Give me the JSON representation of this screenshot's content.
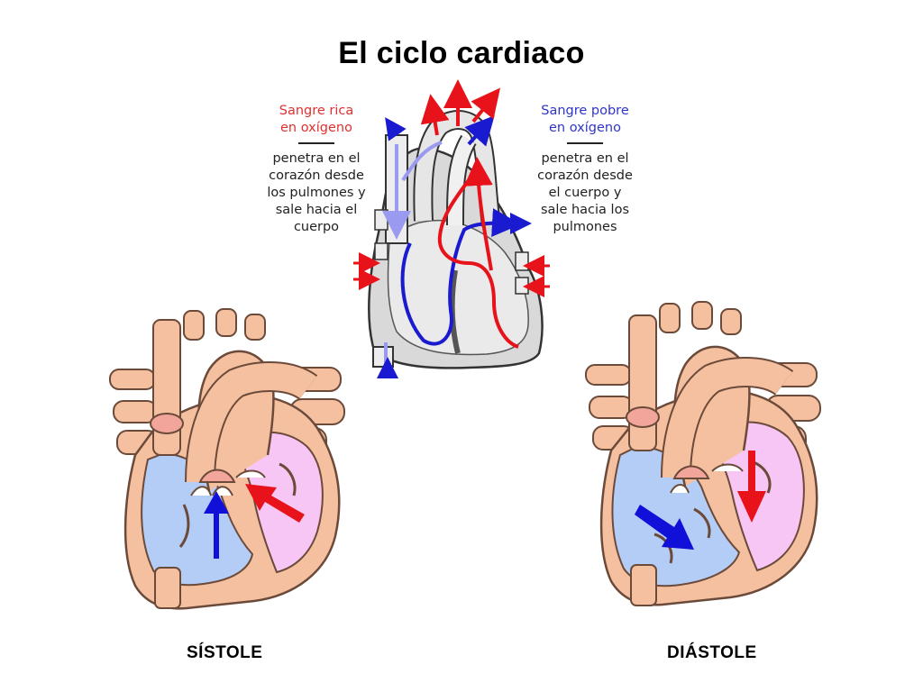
{
  "title": "El ciclo cardiaco",
  "legend_rich": {
    "heading": "Sangre rica\nen oxígeno",
    "body": "penetra en el\ncorazón desde\nlos pulmones y\nsale hacia el\ncuerpo",
    "color": "#e0302f"
  },
  "legend_poor": {
    "heading": "Sangre pobre\nen oxígeno",
    "body": "penetra en el\ncorazón desde\nel cuerpo y\nsale hacia los\npulmones",
    "color": "#2f35c8"
  },
  "captions": {
    "systole": "SÍSTOLE",
    "diastole": "DIÁSTOLE"
  },
  "colors": {
    "oxygen_rich": "#e8131a",
    "oxygen_poor": "#1010d8",
    "vessel": "#f5c0a0",
    "vessel_outline": "#6b4a3a",
    "right_side": "#b3cdf7",
    "left_side": "#f7c6f5",
    "valve_end": "#f2a59a"
  }
}
